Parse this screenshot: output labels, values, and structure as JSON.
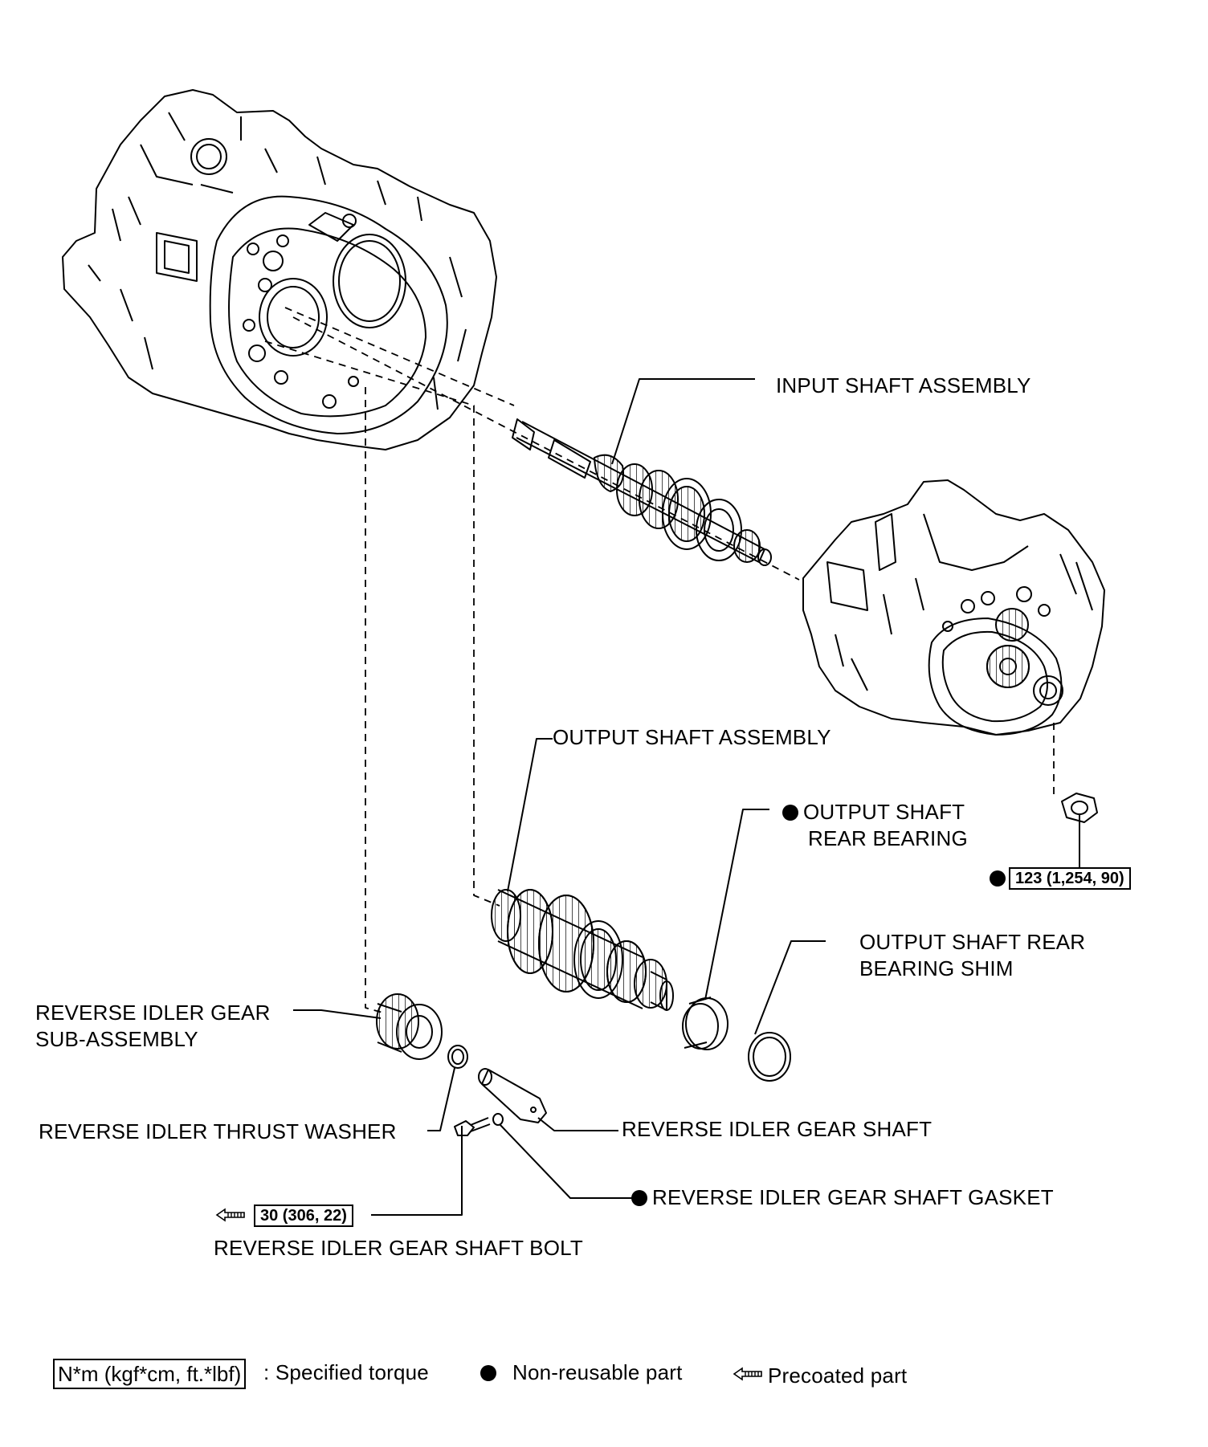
{
  "labels": {
    "input_shaft": "INPUT SHAFT ASSEMBLY",
    "output_shaft": "OUTPUT SHAFT ASSEMBLY",
    "rear_bearing_line1": "OUTPUT SHAFT",
    "rear_bearing_line2": "REAR BEARING",
    "rear_shim_line1": "OUTPUT SHAFT REAR",
    "rear_shim_line2": "BEARING SHIM",
    "idler_gear_line1": "REVERSE IDLER GEAR",
    "idler_gear_line2": "SUB-ASSEMBLY",
    "thrust_washer": "REVERSE IDLER THRUST WASHER",
    "gear_shaft": "REVERSE IDLER GEAR SHAFT",
    "shaft_gasket": "REVERSE IDLER GEAR SHAFT GASKET",
    "shaft_bolt": "REVERSE IDLER GEAR SHAFT BOLT"
  },
  "torques": {
    "nut": "123 (1,254, 90)",
    "bolt": "30 (306, 22)"
  },
  "legend": {
    "torque_units": "N*m (kgf*cm, ft.*lbf)",
    "torque_text": ": Specified torque",
    "nonreusable_text": "Non-reusable part",
    "precoated_text": "Precoated part"
  }
}
